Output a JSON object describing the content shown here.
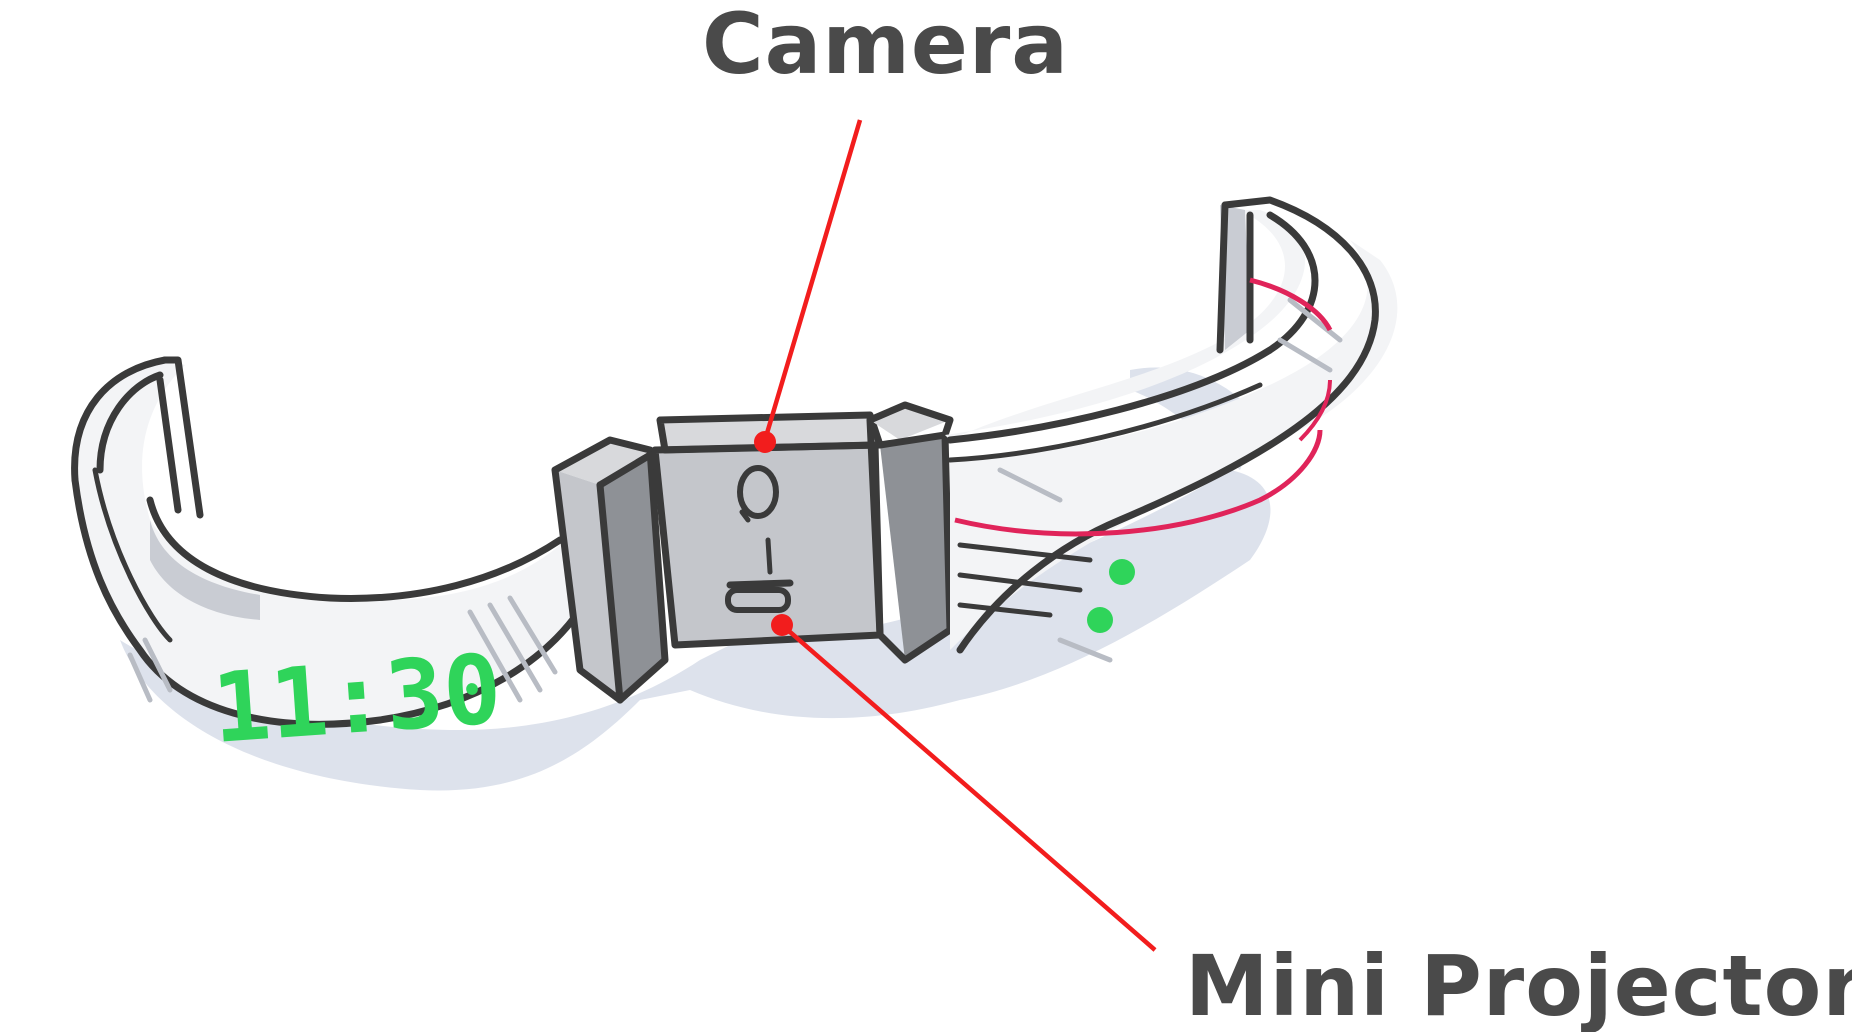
{
  "labels": {
    "camera": "Camera",
    "projector": "Mini Projector"
  },
  "display": {
    "time": "11:30"
  },
  "colors": {
    "pointer": "#f21d1d",
    "display_digits": "#2fd45a",
    "ink": "#3a3a3a",
    "module": "#c4c6cb",
    "band_shadow": "#dde2ec",
    "projection_line": "#e0245a"
  },
  "icons": {
    "camera": "camera-lens-icon",
    "projector": "projector-lens-icon"
  }
}
